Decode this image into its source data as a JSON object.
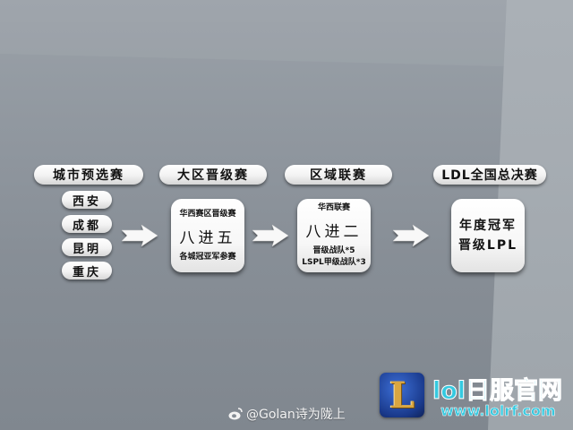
{
  "stages": [
    {
      "title": "城市预选赛"
    },
    {
      "title": "大区晋级赛"
    },
    {
      "title": "区域联赛"
    },
    {
      "title": "LDL全国总决赛"
    }
  ],
  "cities": [
    "西安",
    "成都",
    "昆明",
    "重庆"
  ],
  "boxes": {
    "regional_promotion": {
      "top": "华西赛区晋级赛",
      "main": "八进五",
      "bottom": "各城冠亚军参赛"
    },
    "regional_league": {
      "top": "华西联赛",
      "main": "八进二",
      "bottom1": "晋级战队*5",
      "bottom2": "LSPL甲级战队*3"
    },
    "finals": {
      "line1": "年度冠军",
      "line2": "晋级LPL"
    }
  },
  "footer": {
    "weibo_icon": "weibo-icon",
    "credit": "@Golan诗为陇上",
    "logo_letter": "L",
    "site_title": "lol日服官网",
    "site_url": "www.lolrf.com"
  },
  "colors": {
    "accent": "#35c9e0",
    "logo_blue": "#1a3a8c",
    "logo_gold": "#d9a640"
  }
}
